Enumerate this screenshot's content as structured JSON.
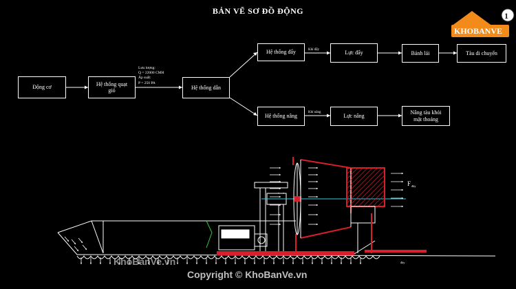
{
  "title": "BẢN VẼ SƠ ĐỒ ĐỘNG",
  "blocks": {
    "engine": "Động cơ",
    "fan": "Hệ thống quạt gió",
    "duct": "Hệ thống dẫn",
    "thrust_sys": "Hệ thống đẩy",
    "thrust_force": "Lực đẩy",
    "rudder": "Bánh lái",
    "ship_move": "Tàu di chuyển",
    "lift_sys": "Hệ thống nâng",
    "lift_force": "Lực nâng",
    "lift_hull": "Nâng tàu khỏi mặt thoáng"
  },
  "edge_labels": {
    "thrust_air": "Khí đẩy",
    "lift_air": "Khí nâng"
  },
  "flow_info": [
    "Lưu lượng:",
    "Q = 22000 CMH",
    "Áp suất:",
    "P = 250 PA"
  ],
  "drawing": {
    "force_label": "F",
    "force_sub": "đẩy",
    "bottom_label": "đẩy"
  },
  "logo": {
    "text": "KHOBANVE",
    "badge": "1"
  },
  "watermarks": {
    "left": "KhoBanVe.vn",
    "center": "Copyright © KhoBanVe.vn"
  },
  "colors": {
    "background": "#000000",
    "line": "#ffffff",
    "red": "#d81f2a",
    "cyan": "#35c8e8",
    "green": "#2ecc40",
    "logo_orange": "#f28b1a"
  }
}
